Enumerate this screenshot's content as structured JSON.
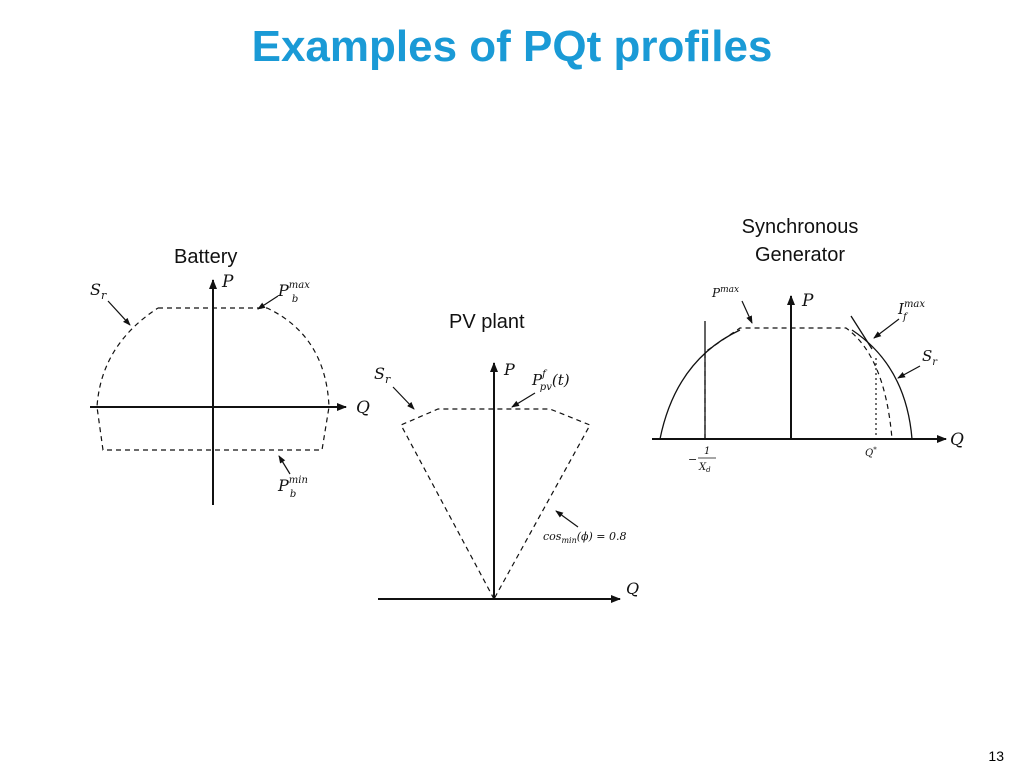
{
  "slide": {
    "title": "Examples of PQt profiles",
    "page_number": "13"
  },
  "battery": {
    "title": "Battery",
    "p_axis": "P",
    "q_axis": "Q",
    "sr": "S",
    "sr_sub": "r",
    "pmax_base": "P",
    "pmax_sub": "b",
    "pmax_sup": "max",
    "pmin_base": "P",
    "pmin_sub": "b",
    "pmin_sup": "min"
  },
  "pv": {
    "title": "PV plant",
    "p_axis": "P",
    "q_axis": "Q",
    "sr": "S",
    "sr_sub": "r",
    "ppv_base": "P",
    "ppv_sub": "pv",
    "ppv_sup": "f",
    "ppv_arg": "(t)",
    "cos_label": "cos",
    "cos_sub": "min",
    "cos_rest": "(ϕ) = 0.8"
  },
  "generator": {
    "title_line1": "Synchronous",
    "title_line2": "Generator",
    "p_axis": "P",
    "q_axis": "Q",
    "pmax_base": "P",
    "pmax_sup": "max",
    "if_base": "I",
    "if_sub": "f",
    "if_sup": "max",
    "sr": "S",
    "sr_sub": "r",
    "xd_minus": "−",
    "xd_num": "1",
    "xd_den": "X",
    "xd_den_sub": "d",
    "qstar": "Q",
    "qstar_sup": "*"
  }
}
